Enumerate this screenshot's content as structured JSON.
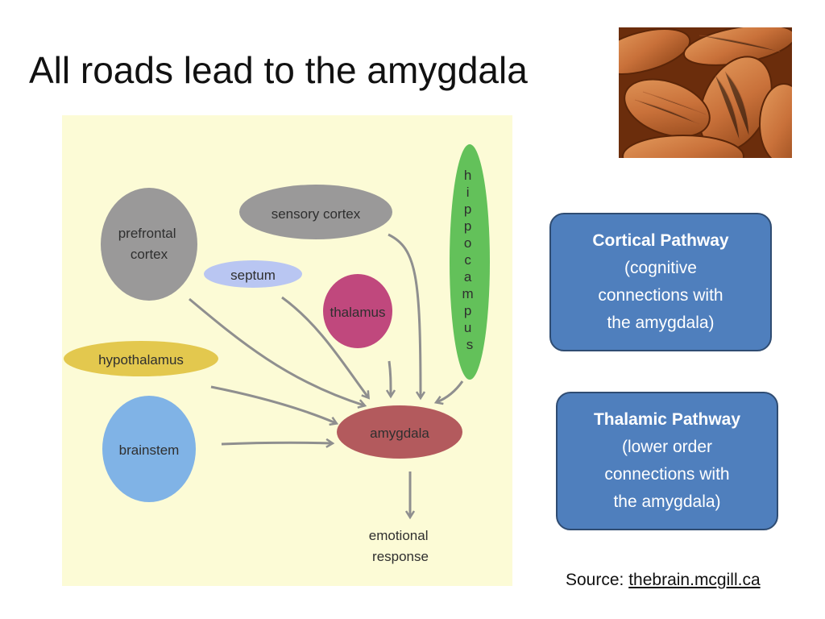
{
  "slide": {
    "title": "All roads lead to the amygdala"
  },
  "diagram": {
    "nodes": {
      "prefrontal_cortex": [
        "prefrontal",
        "cortex"
      ],
      "sensory_cortex": "sensory cortex",
      "septum": "septum",
      "thalamus": "thalamus",
      "hippocampus_letters": [
        "h",
        "i",
        "p",
        "p",
        "o",
        "c",
        "a",
        "m",
        "p",
        "u",
        "s"
      ],
      "hypothalamus": "hypothalamus",
      "brainstem": "brainstem",
      "amygdala": "amygdala",
      "emotional_response": [
        "emotional",
        "response"
      ]
    },
    "colors": {
      "background": "#fcfbd6",
      "prefrontal_cortex": "#9a9999",
      "sensory_cortex": "#9a9999",
      "septum": "#b9c6f2",
      "thalamus": "#c0487d",
      "hippocampus": "#63c15a",
      "hypothalamus": "#e3c84e",
      "brainstem": "#80b3e6",
      "amygdala": "#b35a5d",
      "arrow": "#8f8f8f"
    }
  },
  "callouts": {
    "cortical": {
      "heading": "Cortical Pathway",
      "lines": [
        "(cognitive",
        "connections with",
        "the amygdala)"
      ]
    },
    "thalamic": {
      "heading": "Thalamic Pathway",
      "lines": [
        "(lower order",
        "connections with",
        "the amygdala)"
      ]
    }
  },
  "source": {
    "label": "Source:",
    "link_text": "thebrain.mcgill.ca"
  },
  "image": {
    "subject": "almonds-photo"
  }
}
